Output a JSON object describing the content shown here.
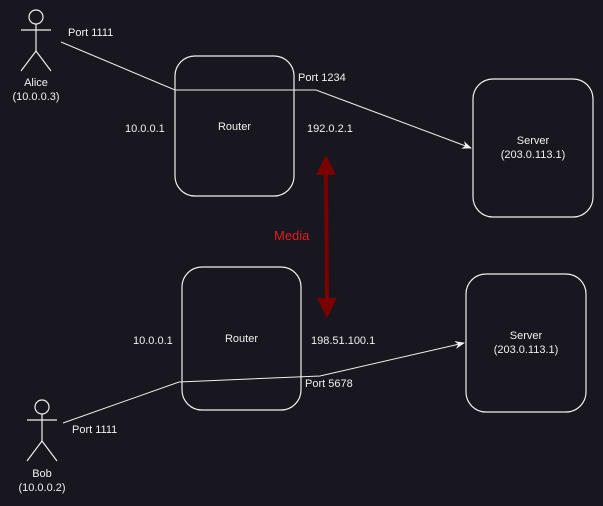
{
  "actors": {
    "alice": {
      "name": "Alice",
      "ip": "(10.0.0.3)",
      "port": "Port 1111"
    },
    "bob": {
      "name": "Bob",
      "ip": "(10.0.0.2)",
      "port": "Port 1111"
    }
  },
  "routers": {
    "top": {
      "label": "Router",
      "lan_ip": "10.0.0.1",
      "wan_ip": "192.0.2.1",
      "nat_port": "Port 1234"
    },
    "bottom": {
      "label": "Router",
      "lan_ip": "10.0.0.1",
      "wan_ip": "198.51.100.1",
      "nat_port": "Port 5678"
    }
  },
  "servers": {
    "top": {
      "label": "Server",
      "ip": "(203.0.113.1)"
    },
    "bottom": {
      "label": "Server",
      "ip": "(203.0.113.1)"
    }
  },
  "media": {
    "label": "Media",
    "color": "#e01e1e",
    "arrow_color": "#7a0000"
  },
  "colors": {
    "background": "#18161e",
    "stroke": "#f0f0f0"
  }
}
